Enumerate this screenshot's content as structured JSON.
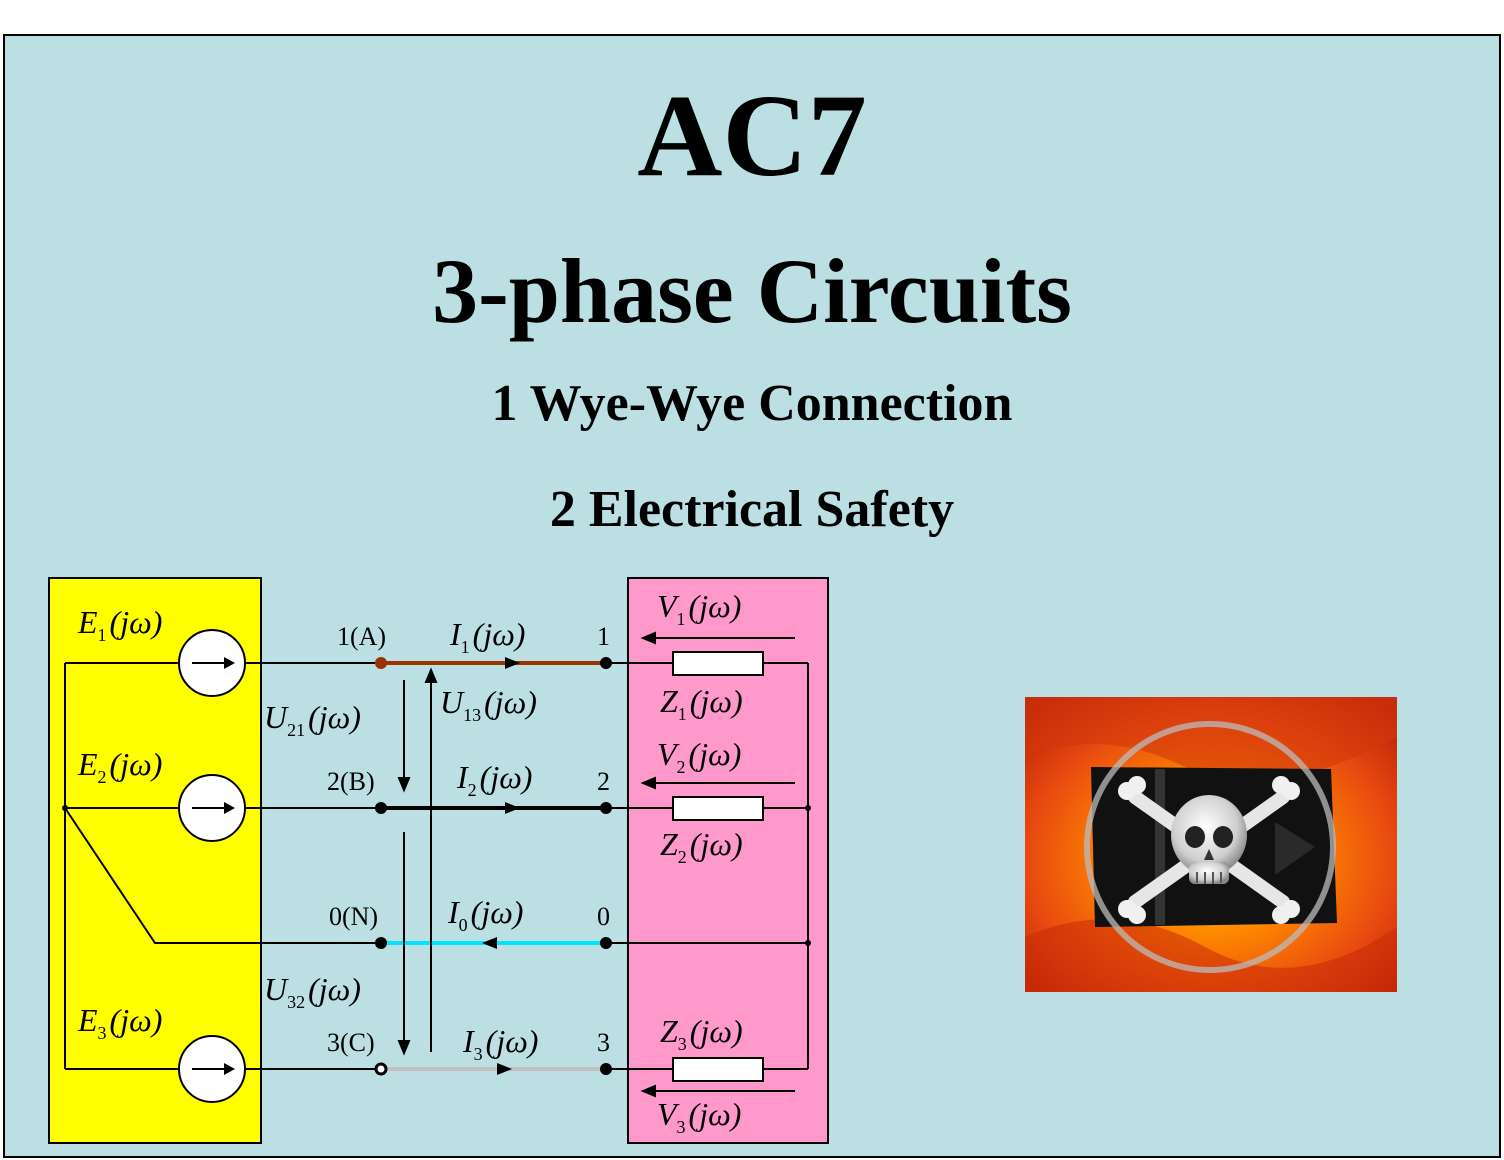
{
  "slide": {
    "title": "AC7",
    "subtitle": "3-phase Circuits",
    "items": [
      "1 Wye-Wye Connection",
      "2 Electrical Safety"
    ]
  },
  "circuit": {
    "node_labels": {
      "n1A": "1(A)",
      "n2B": "2(B)",
      "n0N": "0(N)",
      "n3C": "3(C)",
      "n1": "1",
      "n2": "2",
      "n0": "0",
      "n3": "3"
    },
    "symbols": {
      "E1": {
        "letter": "E",
        "sub": "1",
        "arg": "(jω)"
      },
      "E2": {
        "letter": "E",
        "sub": "2",
        "arg": "(jω)"
      },
      "E3": {
        "letter": "E",
        "sub": "3",
        "arg": "(jω)"
      },
      "I1": {
        "letter": "I",
        "sub": "1",
        "arg": "(jω)"
      },
      "I2": {
        "letter": "I",
        "sub": "2",
        "arg": "(jω)"
      },
      "I0": {
        "letter": "I",
        "sub": "0",
        "arg": "(jω)"
      },
      "I3": {
        "letter": "I",
        "sub": "3",
        "arg": "(jω)"
      },
      "U21": {
        "letter": "U",
        "sub": "21",
        "arg": "(jω)"
      },
      "U13": {
        "letter": "U",
        "sub": "13",
        "arg": "(jω)"
      },
      "U32": {
        "letter": "U",
        "sub": "32",
        "arg": "(jω)"
      },
      "V1": {
        "letter": "V",
        "sub": "1",
        "arg": "(jω)"
      },
      "V2": {
        "letter": "V",
        "sub": "2",
        "arg": "(jω)"
      },
      "V3": {
        "letter": "V",
        "sub": "3",
        "arg": "(jω)"
      },
      "Z1": {
        "letter": "Z",
        "sub": "1",
        "arg": "(jω)"
      },
      "Z2": {
        "letter": "Z",
        "sub": "2",
        "arg": "(jω)"
      },
      "Z3": {
        "letter": "Z",
        "sub": "3",
        "arg": "(jω)"
      }
    },
    "colors": {
      "source_box": "#ffff00",
      "load_box": "#ff99cc",
      "line1": "#993300",
      "line2": "#000000",
      "neutral": "#00e5ff",
      "line3": "#bfbfbf"
    }
  },
  "danger_image": {
    "icon": "skull-crossbones-icon",
    "colors": {
      "background": "#e84a10",
      "flag": "#111111"
    }
  }
}
